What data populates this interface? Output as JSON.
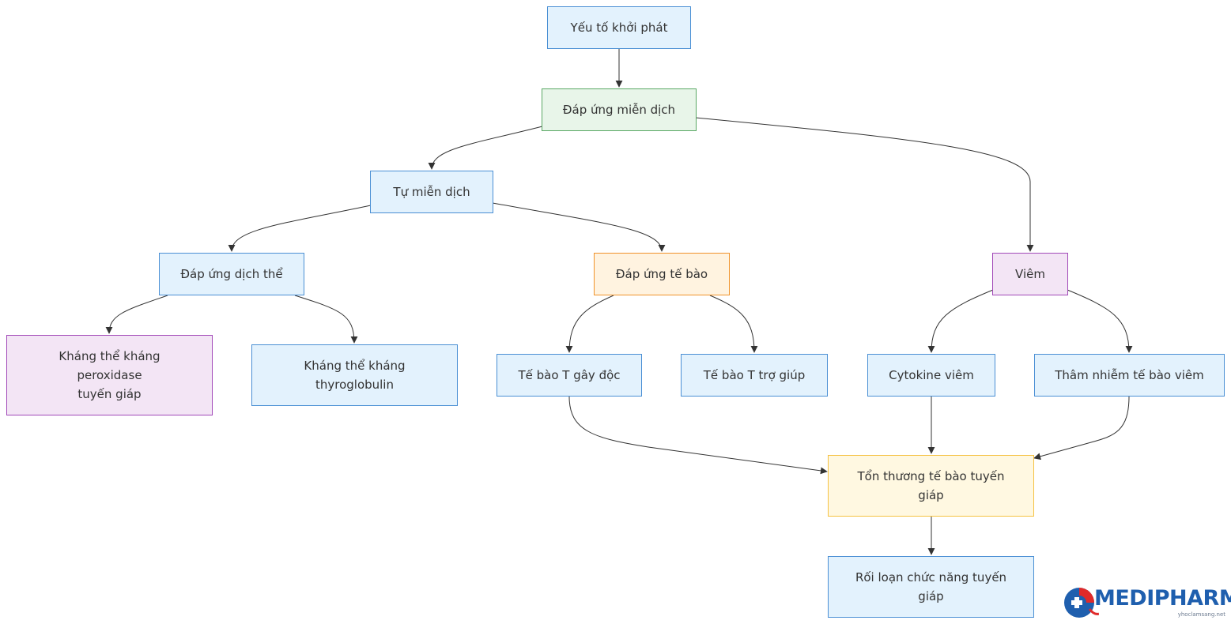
{
  "nodes": {
    "trigger": {
      "lines": [
        "Yếu tố khởi phát"
      ],
      "style": "blue"
    },
    "immune_response": {
      "lines": [
        "Đáp ứng miễn dịch"
      ],
      "style": "green"
    },
    "autoimmunity": {
      "lines": [
        "Tự miễn dịch"
      ],
      "style": "blue"
    },
    "humoral_response": {
      "lines": [
        "Đáp ứng dịch thể"
      ],
      "style": "blue"
    },
    "cellular_response": {
      "lines": [
        "Đáp ứng tế bào"
      ],
      "style": "orange"
    },
    "inflammation": {
      "lines": [
        "Viêm"
      ],
      "style": "purple"
    },
    "anti_tpo": {
      "lines": [
        "Kháng thể kháng",
        "peroxidase",
        "tuyến giáp"
      ],
      "style": "purple"
    },
    "anti_tg": {
      "lines": [
        "Kháng thể kháng",
        "thyroglobulin"
      ],
      "style": "blue"
    },
    "cytotoxic_t": {
      "lines": [
        "Tế bào T gây độc"
      ],
      "style": "blue"
    },
    "helper_t": {
      "lines": [
        "Tế bào T trợ giúp"
      ],
      "style": "blue"
    },
    "cytokines": {
      "lines": [
        "Cytokine viêm"
      ],
      "style": "blue"
    },
    "infiltration": {
      "lines": [
        "Thâm nhiễm tế bào viêm"
      ],
      "style": "blue"
    },
    "thyroid_damage": {
      "lines": [
        "Tổn thương tế bào tuyến",
        "giáp"
      ],
      "style": "yellow"
    },
    "thyroid_dysfunction": {
      "lines": [
        "Rối loạn chức năng tuyến",
        "giáp"
      ],
      "style": "blue"
    }
  },
  "edges": [
    {
      "from": "trigger",
      "to": "immune_response"
    },
    {
      "from": "immune_response",
      "to": "autoimmunity"
    },
    {
      "from": "immune_response",
      "to": "inflammation"
    },
    {
      "from": "autoimmunity",
      "to": "humoral_response"
    },
    {
      "from": "autoimmunity",
      "to": "cellular_response"
    },
    {
      "from": "humoral_response",
      "to": "anti_tpo"
    },
    {
      "from": "humoral_response",
      "to": "anti_tg"
    },
    {
      "from": "cellular_response",
      "to": "cytotoxic_t"
    },
    {
      "from": "cellular_response",
      "to": "helper_t"
    },
    {
      "from": "inflammation",
      "to": "cytokines"
    },
    {
      "from": "inflammation",
      "to": "infiltration"
    },
    {
      "from": "cytotoxic_t",
      "to": "thyroid_damage"
    },
    {
      "from": "cytokines",
      "to": "thyroid_damage"
    },
    {
      "from": "infiltration",
      "to": "thyroid_damage"
    },
    {
      "from": "thyroid_damage",
      "to": "thyroid_dysfunction"
    }
  ],
  "colors": {
    "edge": "#333333",
    "text": "#333333",
    "blue_fill": "#e3f2fd",
    "blue_border": "#4a8fd4",
    "green_fill": "#e8f5e9",
    "green_border": "#5aa864",
    "purple_fill": "#f3e5f5",
    "purple_border": "#a148b8",
    "orange_fill": "#fff3e0",
    "orange_border": "#f0922a",
    "yellow_fill": "#fff8e1",
    "yellow_border": "#f5c242",
    "logo_blue": "#1f5fae",
    "logo_red": "#e02a2a"
  },
  "watermark": {
    "brand": "MEDIPHARM",
    "site": "yhoclamsang.net"
  }
}
